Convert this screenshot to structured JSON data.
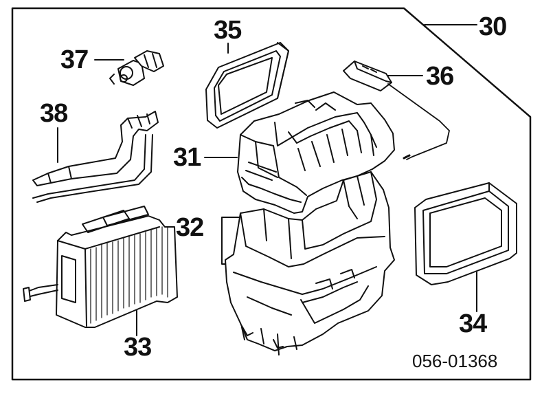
{
  "diagram": {
    "callouts": [
      {
        "id": "30",
        "label": "30"
      },
      {
        "id": "31",
        "label": "31"
      },
      {
        "id": "32",
        "label": "32"
      },
      {
        "id": "33",
        "label": "33"
      },
      {
        "id": "34",
        "label": "34"
      },
      {
        "id": "35",
        "label": "35"
      },
      {
        "id": "36",
        "label": "36"
      },
      {
        "id": "37",
        "label": "37"
      },
      {
        "id": "38",
        "label": "38"
      }
    ],
    "reference_code": "056-01368"
  },
  "colors": {
    "ink": "#111111",
    "background": "#ffffff"
  }
}
